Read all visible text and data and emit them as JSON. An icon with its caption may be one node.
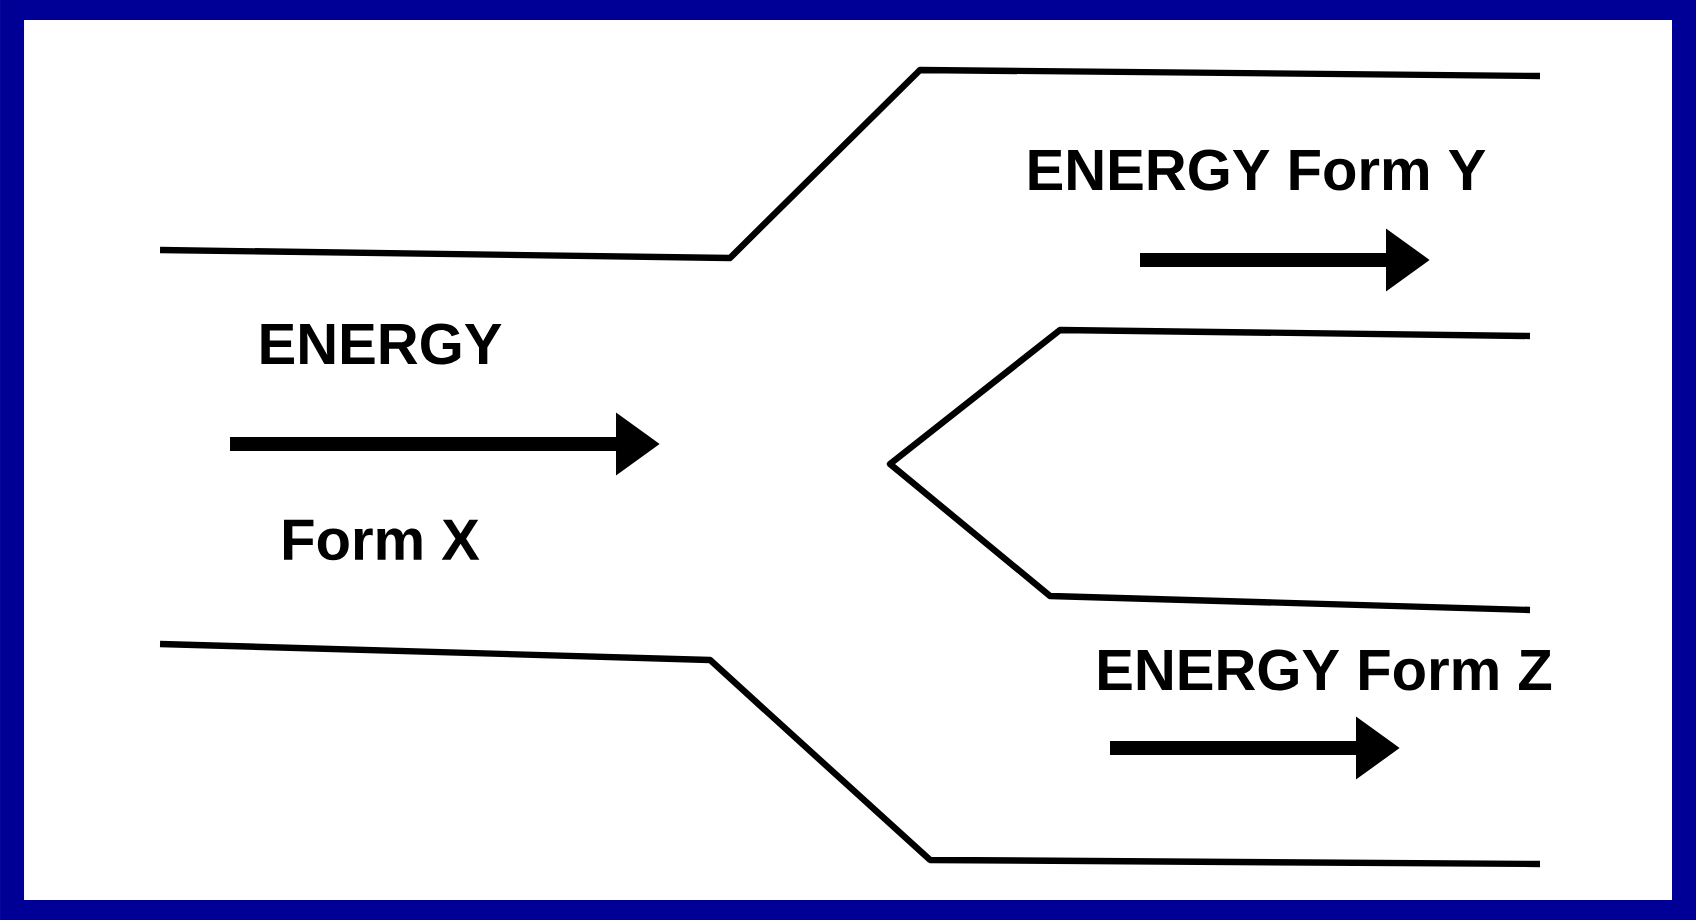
{
  "diagram": {
    "labels": [
      "ENERGY Form Y",
      "ENERGY",
      "Form X",
      "ENERGY Form Z"
    ]
  }
}
